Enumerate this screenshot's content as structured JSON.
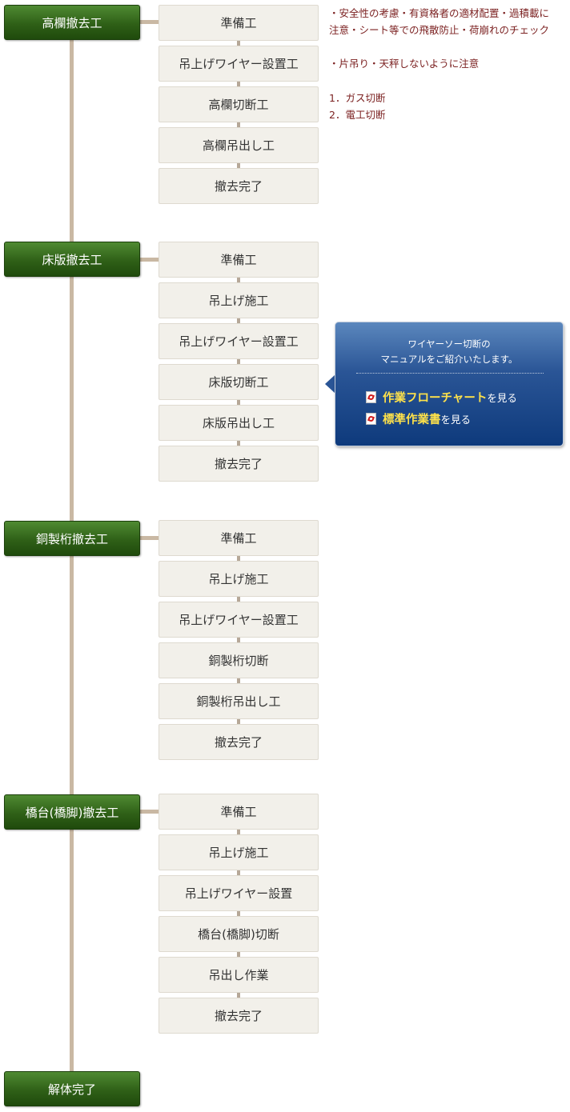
{
  "stages": [
    {
      "label": "高欄撤去工",
      "steps": [
        "準備工",
        "吊上げワイヤー設置工",
        "高欄切断工",
        "高欄吊出し工",
        "撤去完了"
      ]
    },
    {
      "label": "床版撤去工",
      "steps": [
        "準備工",
        "吊上げ施工",
        "吊上げワイヤー設置工",
        "床版切断工",
        "床版吊出し工",
        "撤去完了"
      ]
    },
    {
      "label": "銅製桁撤去工",
      "steps": [
        "準備工",
        "吊上げ施工",
        "吊上げワイヤー設置工",
        "銅製桁切断",
        "銅製桁吊出し工",
        "撤去完了"
      ]
    },
    {
      "label": "橋台(橋脚)撤去工",
      "steps": [
        "準備工",
        "吊上げ施工",
        "吊上げワイヤー設置",
        "橋台(橋脚)切断",
        "吊出し作業",
        "撤去完了"
      ]
    },
    {
      "label": "解体完了",
      "steps": []
    }
  ],
  "notes": [
    "・安全性の考慮・有資格者の適材配置・過積載に",
    "注意・シート等での飛散防止・荷崩れのチェック",
    "・片吊り・天秤しないように注意",
    "1．ガス切断",
    "2．電工切断"
  ],
  "callout": {
    "line1": "ワイヤーソー切断の",
    "line2": "マニュアルをご紹介いたします。",
    "links": [
      {
        "highlight": "作業フローチャート",
        "suffix": "を見る",
        "icon": "pdf-icon"
      },
      {
        "highlight": "標準作業書",
        "suffix": "を見る",
        "icon": "pdf-icon"
      }
    ],
    "bg_color": "#1a4a8a",
    "highlight_color": "#ffe24a"
  },
  "colors": {
    "stage": "#2f6017",
    "step": "#f2f0ea",
    "line": "#c9b8a3",
    "note": "#7a1f1f"
  }
}
